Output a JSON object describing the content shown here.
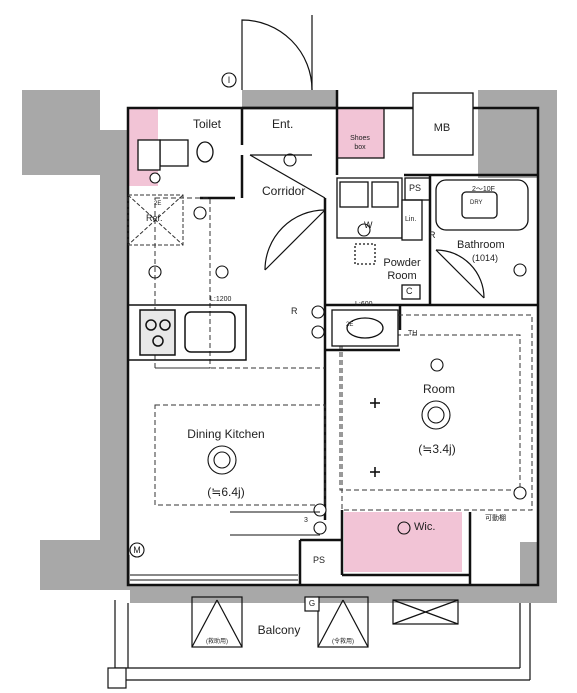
{
  "labels": {
    "toilet": "Toilet",
    "entrance": "Ent.",
    "shoes_box_line1": "Shoes",
    "shoes_box_line2": "box",
    "mb": "MB",
    "corridor": "Corridor",
    "ps_top": "PS",
    "washer": "W",
    "linen": "Lin.",
    "range_size": "2～10F",
    "dry": "DRY",
    "bathroom": "Bathroom",
    "bathroom_size": "(1014)",
    "refrigerator": "Ref.",
    "fridge_2e": "2E",
    "powder_room_line1": "Powder",
    "powder_room_line2": "Room",
    "cabinet_c": "C",
    "counter_length": "L:1200",
    "vanity_length": "L:600",
    "marker_r_left": "R",
    "marker_r_right": "R",
    "marker_2e": "2E",
    "marker_3": "3",
    "marker_th": "TH",
    "room": "Room",
    "room_area": "(≒3.4j)",
    "dining_kitchen": "Dining Kitchen",
    "dining_kitchen_area": "(≒6.4j)",
    "marker_m": "M",
    "ps_bottom": "PS",
    "wic": "Wic.",
    "movable_shelf": "可動棚",
    "marker_g": "G",
    "balcony": "Balcony",
    "escape_left": "(救助用)",
    "escape_right": "(令救用)",
    "axis_marker": "I"
  }
}
